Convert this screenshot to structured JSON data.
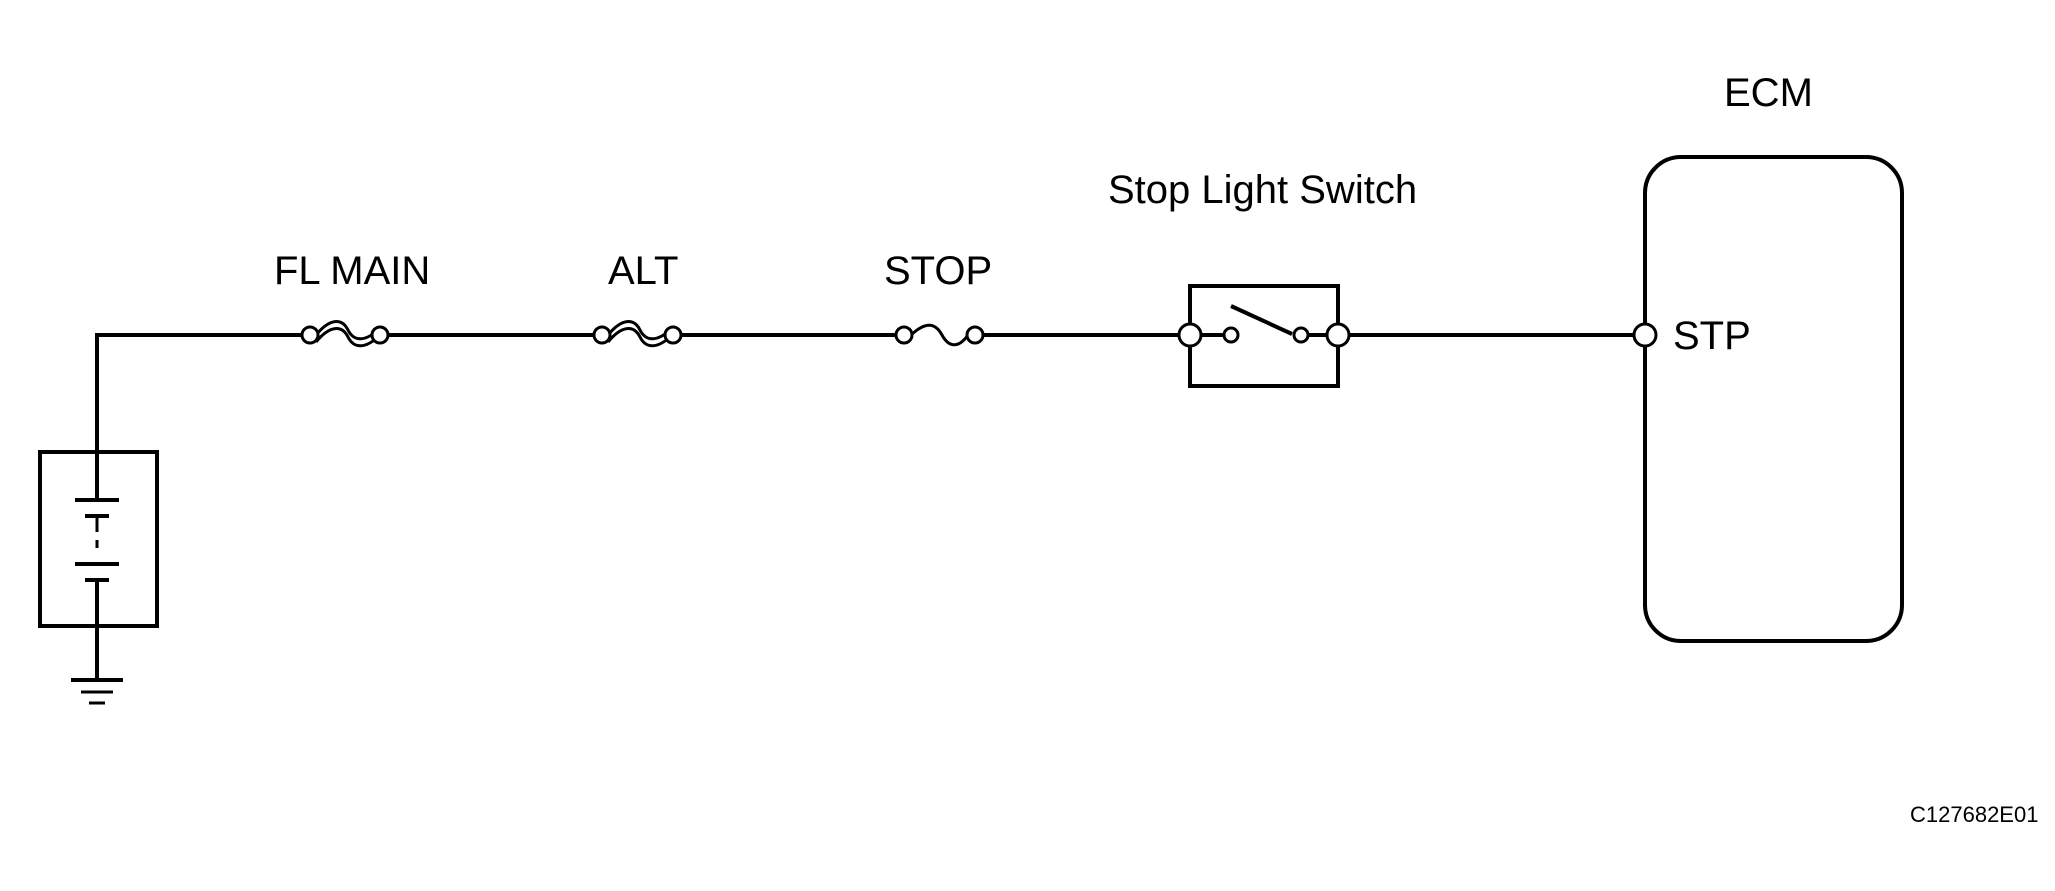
{
  "labels": {
    "fl_main": "FL MAIN",
    "alt": "ALT",
    "stop": "STOP",
    "stop_light_switch": "Stop Light Switch",
    "ecm": "ECM",
    "stp": "STP",
    "figure_code": "C127682E01"
  },
  "components": {
    "battery": "battery-icon",
    "ground": "ground-icon",
    "fl_main_fuse": "fusible-link-icon",
    "alt_fuse": "fusible-link-icon",
    "stop_fuse": "fuse-icon",
    "switch": "switch-icon"
  },
  "colors": {
    "ink": "#000000",
    "background": "#ffffff"
  }
}
